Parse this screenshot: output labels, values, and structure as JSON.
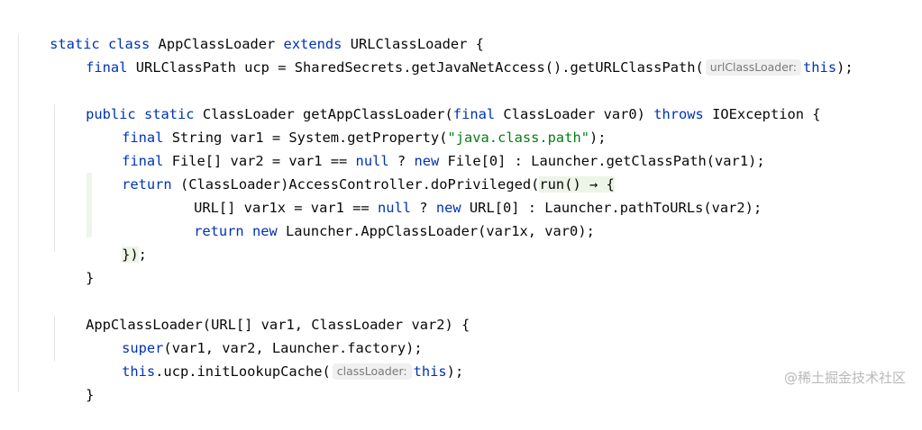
{
  "code": {
    "l1": {
      "kw1": "static class",
      "t1": " AppClassLoader ",
      "kw2": "extends",
      "t2": " URLClassLoader {"
    },
    "l2": {
      "kw1": "final",
      "t1": " URLClassPath ucp = SharedSecrets.getJavaNetAccess().getURLClassPath(",
      "hint": "urlClassLoader:",
      "kw2": "this",
      "t2": ");"
    },
    "l3": {
      "kw1": "public static",
      "t1": " ClassLoader getAppClassLoader(",
      "kw2": "final",
      "t2": " ClassLoader var0) ",
      "kw3": "throws",
      "t3": " IOException {"
    },
    "l4": {
      "kw1": "final",
      "t1": " String var1 = System.getProperty(",
      "str": "\"java.class.path\"",
      "t2": ");"
    },
    "l5": {
      "kw1": "final",
      "t1": " File[] var2 = var1 == ",
      "kw2": "null",
      "t2": " ? ",
      "kw3": "new",
      "t3": " File[0] : Launcher.getClassPath(var1);"
    },
    "l6": {
      "kw1": "return",
      "t1": " (ClassLoader)AccessController.doPrivileged(",
      "lambda": "run() → {"
    },
    "l7": {
      "t1": "URL[] var1x = var1 == ",
      "kw1": "null",
      "t2": " ? ",
      "kw2": "new",
      "t3": " URL[0] : Launcher.pathToURLs(var2);"
    },
    "l8": {
      "kw1": "return new",
      "t1": " Launcher.AppClassLoader(var1x, var0);"
    },
    "l9": {
      "lambda_end": "})",
      "t1": ";"
    },
    "l10": {
      "t1": "}"
    },
    "l11": {
      "t1": "AppClassLoader(URL[] var1, ClassLoader var2) {"
    },
    "l12": {
      "kw1": "super",
      "t1": "(var1, var2, Launcher.factory);"
    },
    "l13": {
      "kw1": "this",
      "t1": ".ucp.initLookupCache(",
      "hint": "classLoader:",
      "kw2": "this",
      "t2": ");"
    },
    "l14": {
      "t1": "}"
    }
  },
  "watermark": "@稀土掘金技术社区",
  "colors": {
    "keyword": "#0033b3",
    "string": "#067d17",
    "text": "#080808",
    "hint_bg": "#f0f0f0",
    "hint_text": "#7a7a7a",
    "lambda_bg": "#edf5e6"
  }
}
